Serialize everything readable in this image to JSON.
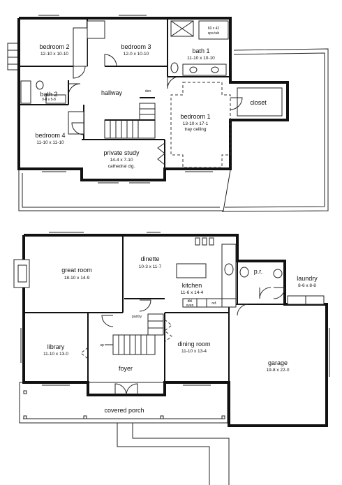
{
  "upper_floor": {
    "bedroom2": {
      "name": "bedroom 2",
      "dims": "12-10 x 10-10"
    },
    "bedroom3": {
      "name": "bedroom 3",
      "dims": "12-0 x 10-10"
    },
    "bath1": {
      "name": "bath 1",
      "dims": "11-10 x 10-10"
    },
    "tub": {
      "line1": "60 x 42",
      "line2": "spa tub"
    },
    "bath2": {
      "name": "bath 2",
      "dims": "9-8 x 5-8"
    },
    "hallway": {
      "name": "hallway"
    },
    "den": {
      "name": "den"
    },
    "bedroom1": {
      "name": "bedroom 1",
      "dims": "13-10 x 17-1",
      "note": "tray ceiling"
    },
    "closet": {
      "name": "closet"
    },
    "bedroom4": {
      "name": "bedroom 4",
      "dims": "11-10 x 11-10"
    },
    "study": {
      "name": "private study",
      "dims": "14-4 x 7-10",
      "note": "cathedral clg."
    }
  },
  "main_floor": {
    "great_room": {
      "name": "great room",
      "dims": "18-10 x 14-9"
    },
    "dinette": {
      "name": "dinette",
      "dims": "10-3 x 11-7"
    },
    "kitchen": {
      "name": "kitchen",
      "dims": "11-6 x 14-4"
    },
    "pr": {
      "name": "p.r."
    },
    "laundry": {
      "name": "laundry",
      "dims": "8-6 x 8-8"
    },
    "dbl_oven": {
      "line1": "dbl",
      "line2": "oven"
    },
    "ref": {
      "name": "ref."
    },
    "pantry": {
      "name": "pantry"
    },
    "library": {
      "name": "library",
      "dims": "11-10 x 13-0"
    },
    "up": {
      "name": "up"
    },
    "foyer": {
      "name": "foyer"
    },
    "dining": {
      "name": "dining room",
      "dims": "11-10 x 13-4"
    },
    "garage": {
      "name": "garage",
      "dims": "19-8 x 22-0"
    },
    "porch": {
      "name": "covered porch"
    }
  }
}
